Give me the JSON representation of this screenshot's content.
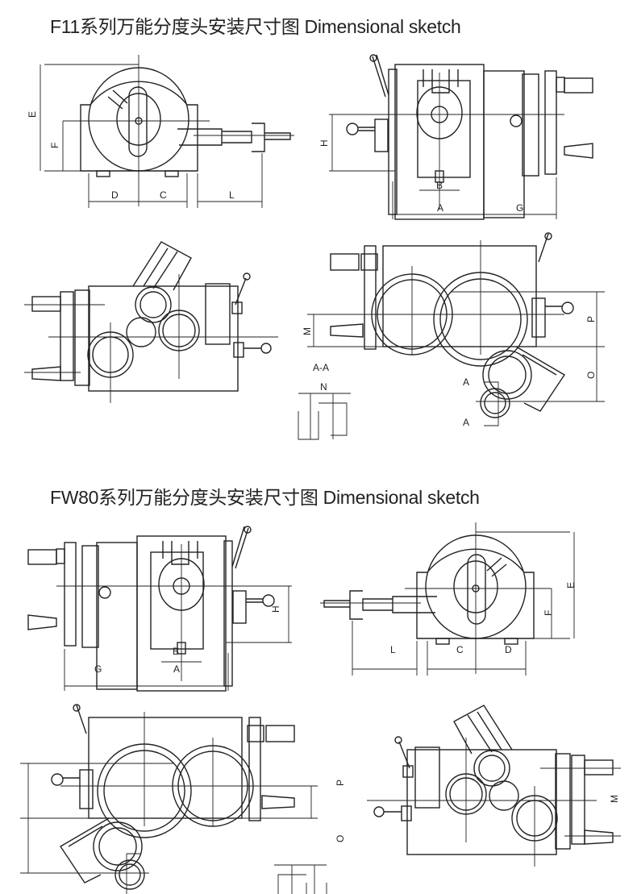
{
  "sections": [
    {
      "title": "F11系列万能分度头安装尺寸图 Dimensional sketch",
      "front_view": {
        "labels": {
          "E": "E",
          "F": "F",
          "D": "D",
          "C": "C",
          "L": "L"
        }
      },
      "side_view": {
        "labels": {
          "H": "H",
          "B": "B",
          "A": "A",
          "G": "G"
        }
      },
      "rear_view": {},
      "top_view": {
        "labels": {
          "M": "M",
          "P": "P",
          "O": "O",
          "section": "A-A",
          "N": "N",
          "A1": "A",
          "A2": "A"
        }
      }
    },
    {
      "title": "FW80系列万能分度头安装尺寸图 Dimensional sketch",
      "side_view": {
        "labels": {
          "H": "H",
          "B": "B",
          "G": "G",
          "A": "A"
        }
      },
      "front_view": {
        "labels": {
          "E": "E",
          "F": "F",
          "L": "L",
          "C": "C",
          "D": "D"
        }
      },
      "rear_view": {},
      "top_view": {
        "labels": {
          "P": "P",
          "O": "O",
          "M": "M"
        }
      }
    }
  ]
}
